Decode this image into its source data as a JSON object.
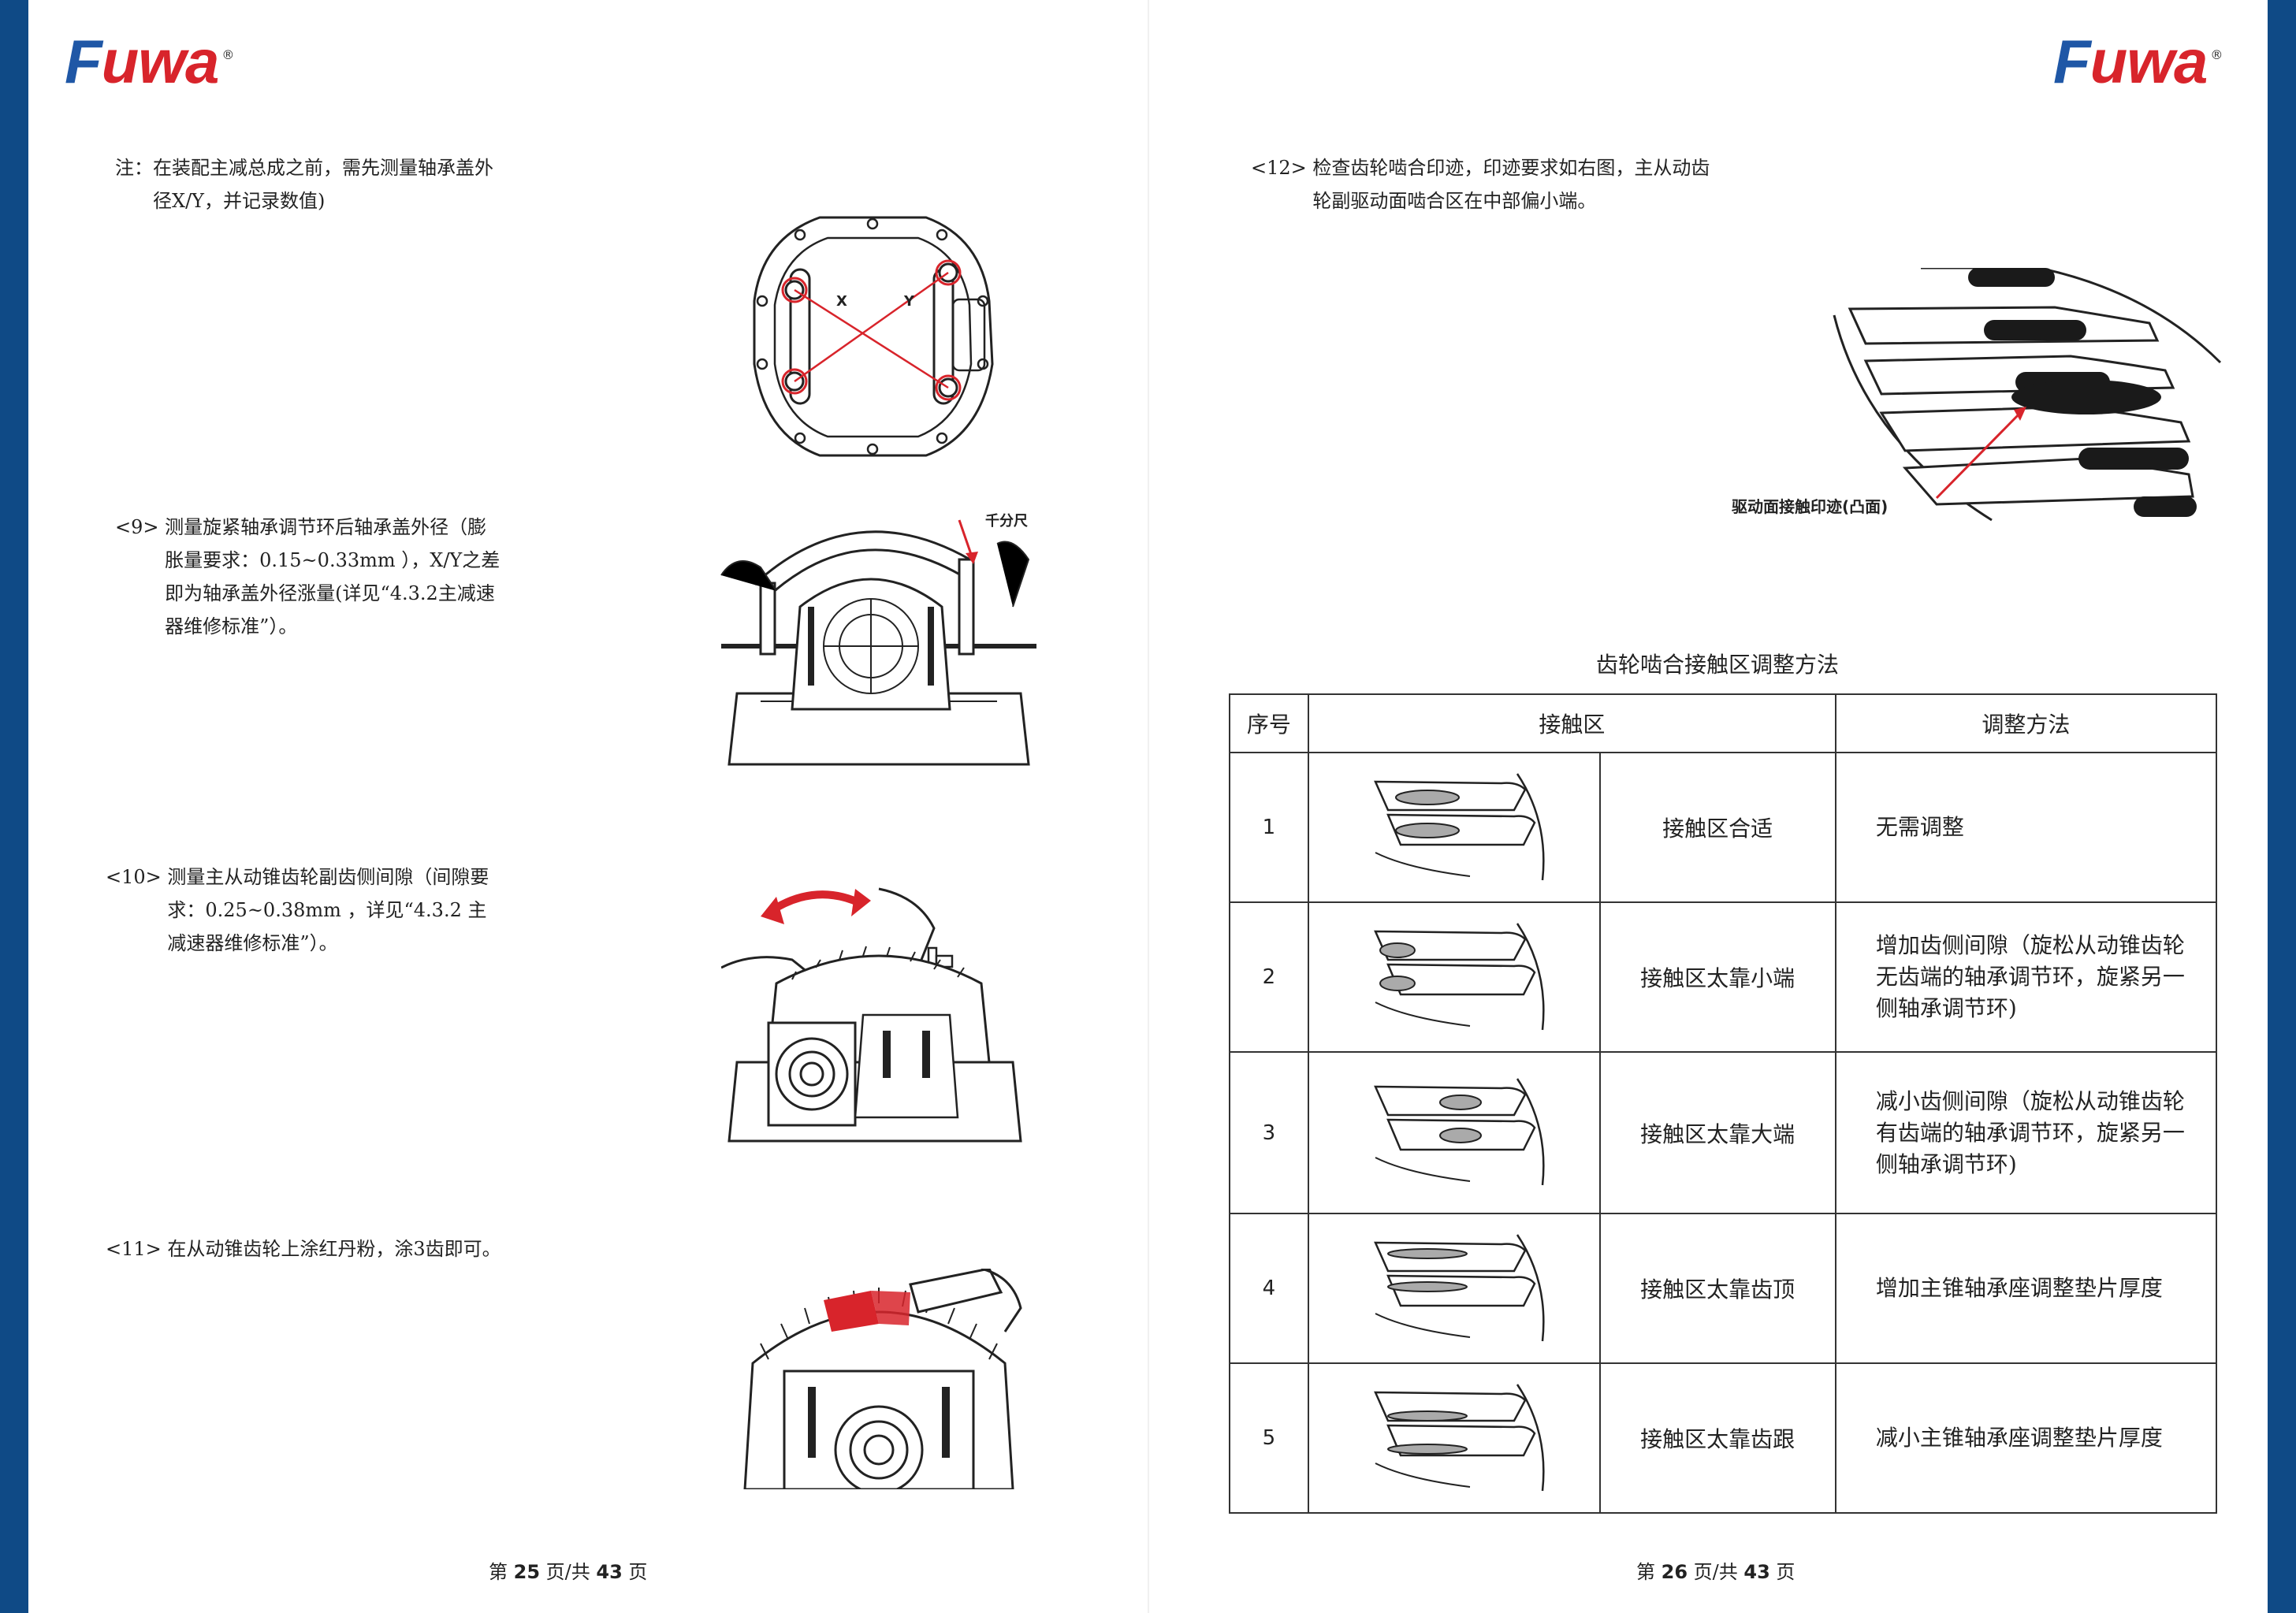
{
  "brand": {
    "name_first": "F",
    "name_rest": "uwa",
    "reg": "®"
  },
  "colors": {
    "edge": "#0f4a86",
    "brand_red": "#d8242b",
    "brand_blue": "#1f57a6"
  },
  "left_page": {
    "note": {
      "label": "注：",
      "text": "在装配主减总成之前，需先测量轴承盖外径X/Y，并记录数值)"
    },
    "fig_cover_labels": {
      "x": "X",
      "y": "Y"
    },
    "step9": {
      "num": "<9> ",
      "text": "测量旋紧轴承调节环后轴承盖外径（膨胀量要求：0.15~0.33mm ），X/Y之差即为轴承盖外径涨量(详见“4.3.2主减速器维修标准”）。"
    },
    "fig_micrometer_label": "千分尺",
    "step10": {
      "num": "<10> ",
      "text": "测量主从动锥齿轮副齿侧间隙（间隙要求：0.25~0.38mm ，详见“4.3.2 主减速器维修标准”）。"
    },
    "step11": {
      "num": "<11> ",
      "text": "在从动锥齿轮上涂红丹粉，涂3齿即可。"
    },
    "footer": {
      "pre": "第 ",
      "page": "25",
      "mid": " 页/共 ",
      "total": "43",
      "post": " 页"
    }
  },
  "right_page": {
    "step12": {
      "num": "<12> ",
      "text": "检查齿轮啮合印迹，印迹要求如右图，主从动齿轮副驱动面啮合区在中部偏小端。"
    },
    "gear_callout": "驱动面接触印迹(凸面)",
    "table": {
      "title": "齿轮啮合接触区调整方法",
      "headers": {
        "no": "序号",
        "zone": "接触区",
        "method": "调整方法"
      },
      "rows": [
        {
          "no": "1",
          "zone": "接触区合适",
          "method": "无需调整",
          "patch": "center"
        },
        {
          "no": "2",
          "zone": "接触区太靠小端",
          "method": "增加齿侧间隙（旋松从动锥齿轮无齿端的轴承调节环，旋紧另一侧轴承调节环)",
          "patch": "toe"
        },
        {
          "no": "3",
          "zone": "接触区太靠大端",
          "method": "减小齿侧间隙（旋松从动锥齿轮有齿端的轴承调节环，旋紧另一侧轴承调节环)",
          "patch": "heel"
        },
        {
          "no": "4",
          "zone": "接触区太靠齿顶",
          "method": "增加主锥轴承座调整垫片厚度",
          "patch": "top"
        },
        {
          "no": "5",
          "zone": "接触区太靠齿跟",
          "method": "减小主锥轴承座调整垫片厚度",
          "patch": "root"
        }
      ]
    },
    "footer": {
      "pre": "第 ",
      "page": "26",
      "mid": " 页/共 ",
      "total": "43",
      "post": " 页"
    }
  }
}
